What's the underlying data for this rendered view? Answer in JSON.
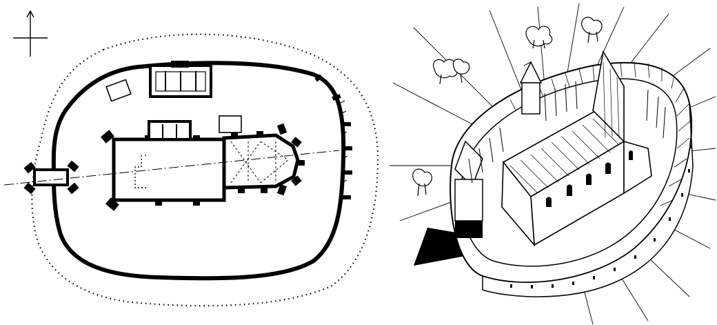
{
  "figure": {
    "panels": [
      {
        "id": "plan",
        "kind": "ground-plan",
        "labels": []
      },
      {
        "id": "axonometric",
        "kind": "bird's-eye reconstruction drawing",
        "labels": []
      }
    ],
    "north_arrow": {
      "icon": "north-arrow-icon"
    },
    "ink_color": "#000000",
    "paper_color": "#ffffff"
  }
}
